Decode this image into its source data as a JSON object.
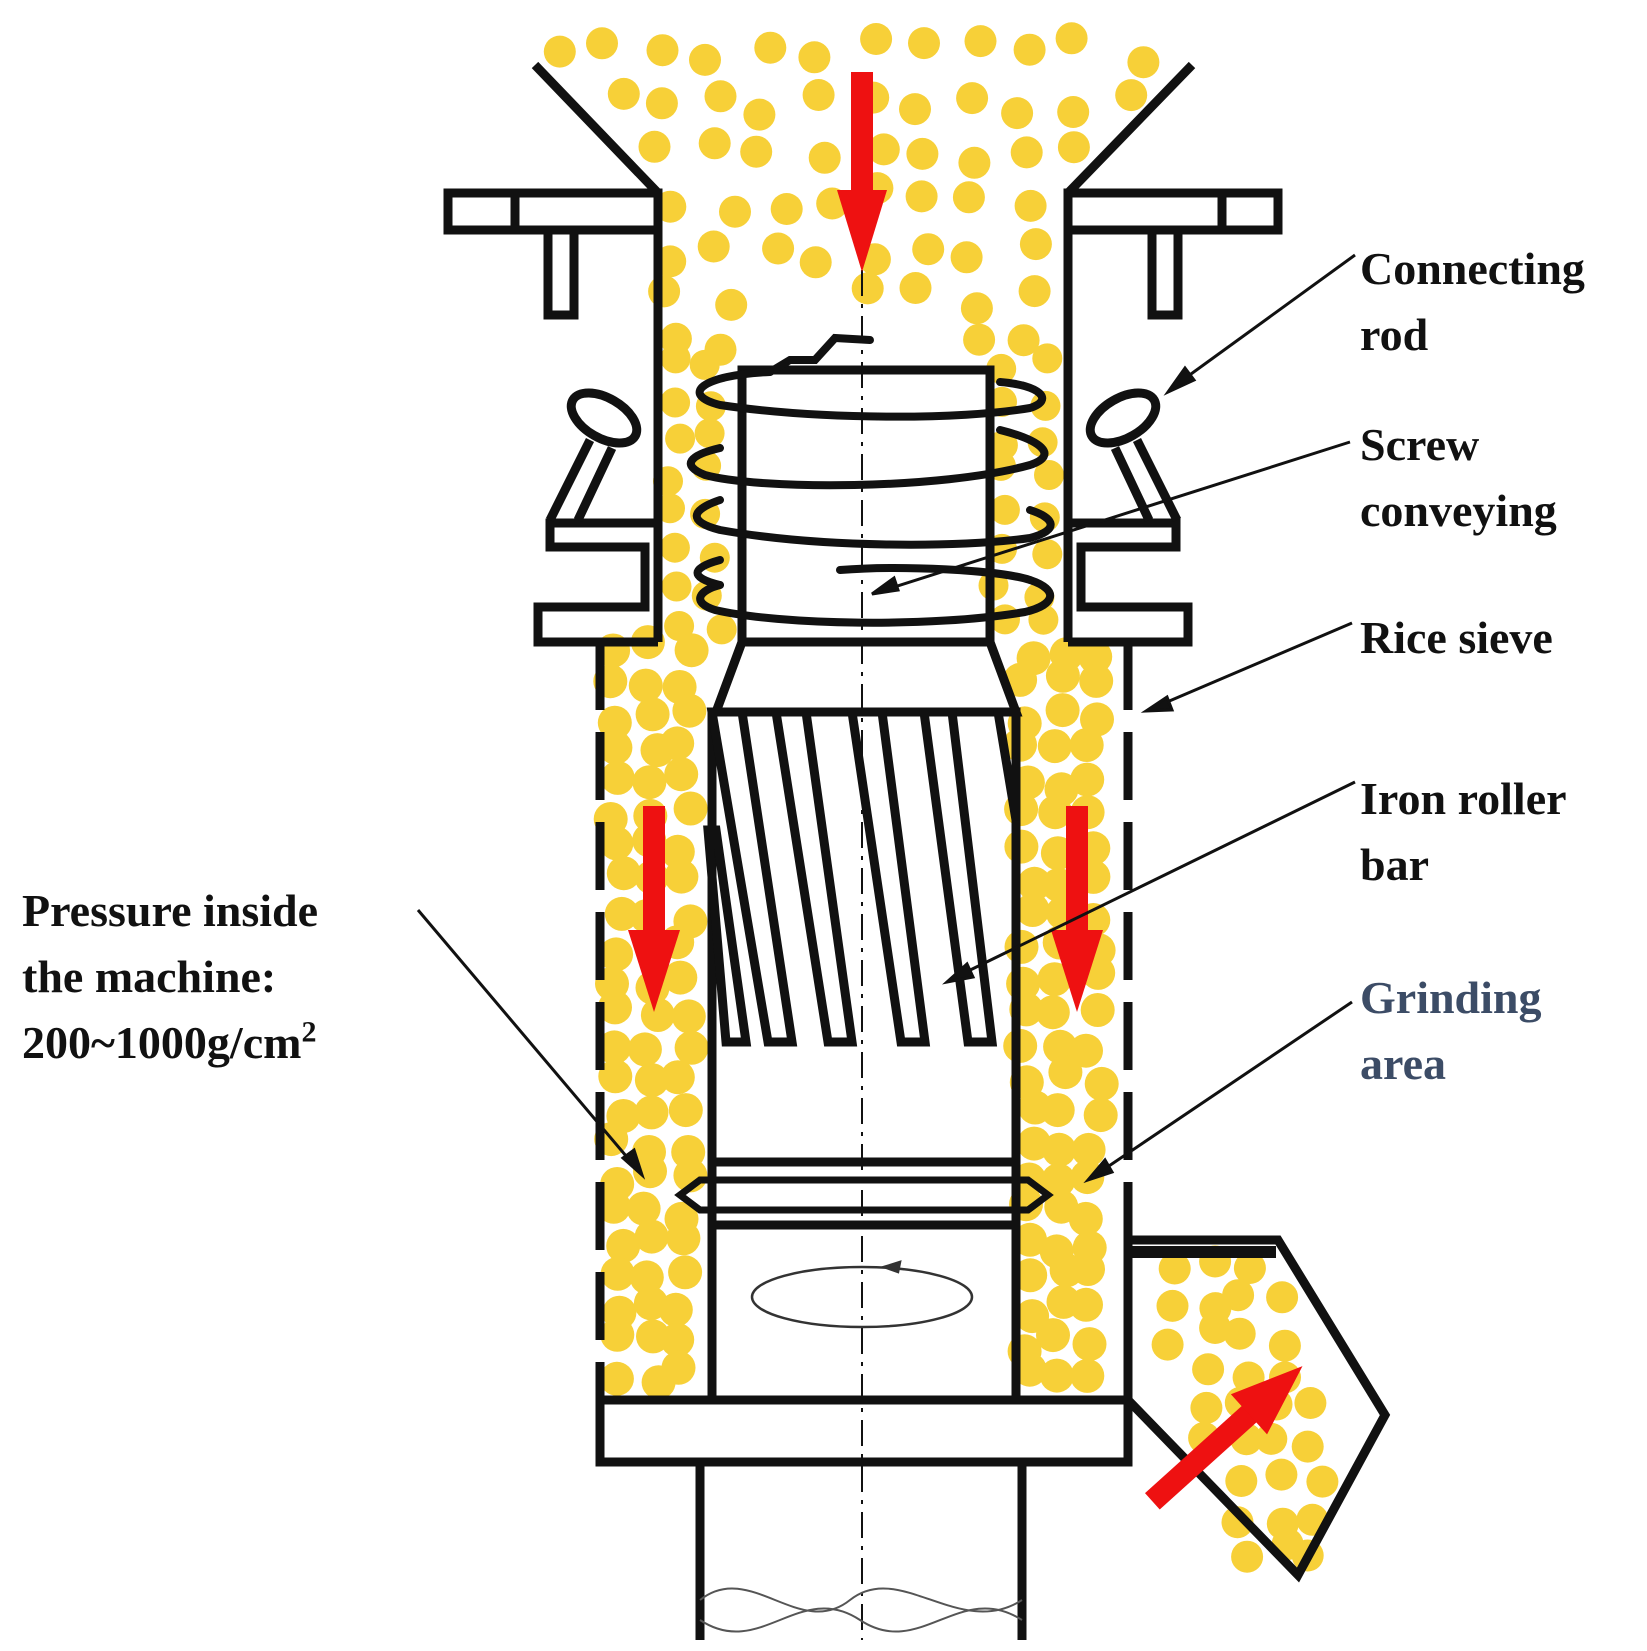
{
  "colors": {
    "grain": "#f7d038",
    "arrow": "#ee1111",
    "outline": "#111111",
    "label_dark": "#111111",
    "label_navy": "#3c4c66"
  },
  "labels": {
    "connecting_rod": {
      "line1": "Connecting",
      "line2": "rod"
    },
    "screw_conveying": {
      "line1": "Screw",
      "line2": "conveying"
    },
    "rice_sieve": {
      "line1": "Rice sieve"
    },
    "iron_roller_bar": {
      "line1": "Iron roller",
      "line2": "bar"
    },
    "grinding_area": {
      "line1": "Grinding",
      "line2": "area"
    },
    "pressure": {
      "line1": "Pressure inside",
      "line2": "the machine:",
      "line3_value": "200~1000g/cm",
      "line3_exponent": "2"
    }
  }
}
